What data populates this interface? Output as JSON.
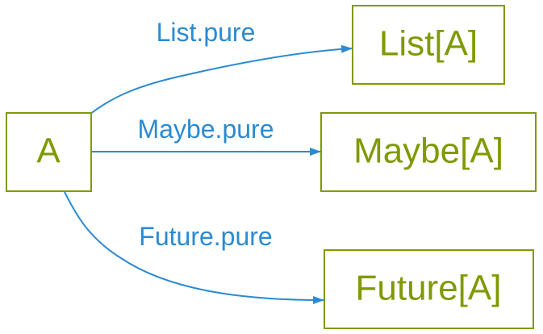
{
  "colors": {
    "node": "#7f9a00",
    "edge": "#2b8ad1"
  },
  "nodes": {
    "source": {
      "label": "A"
    },
    "list": {
      "label": "List[A]"
    },
    "maybe": {
      "label": "Maybe[A]"
    },
    "future": {
      "label": "Future[A]"
    }
  },
  "edges": {
    "list": {
      "label": "List.pure"
    },
    "maybe": {
      "label": "Maybe.pure"
    },
    "future": {
      "label": "Future.pure"
    }
  }
}
